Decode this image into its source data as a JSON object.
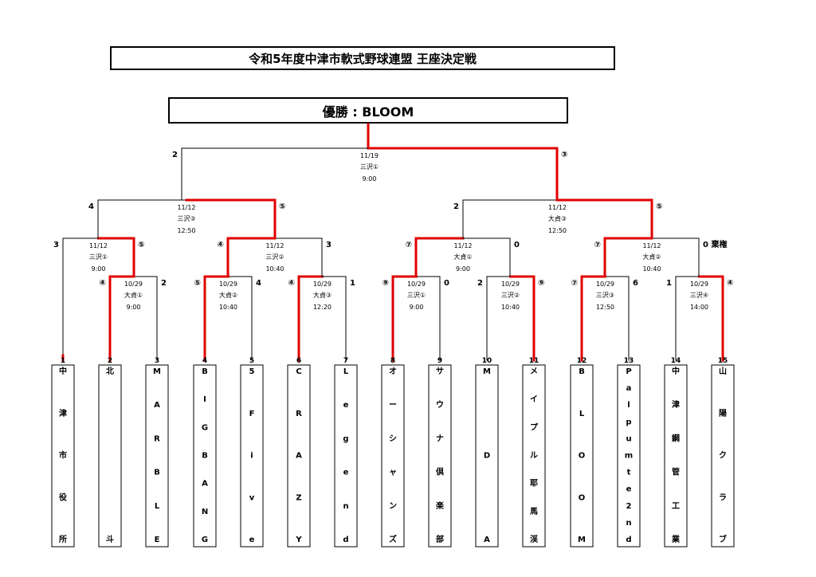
{
  "title": "令和5年度中津市軟式野球連盟 王座決定戦",
  "winner": "優勝 : BLOOM",
  "colors": {
    "win": "#e00000",
    "line": "#000000"
  },
  "teams": [
    {
      "n": "1",
      "chars": [
        "中",
        "津",
        "市",
        "役",
        "所"
      ]
    },
    {
      "n": "2",
      "chars": [
        "北",
        "斗"
      ]
    },
    {
      "n": "3",
      "chars": [
        "M",
        "A",
        "R",
        "B",
        "L",
        "E"
      ]
    },
    {
      "n": "4",
      "chars": [
        "B",
        "I",
        "G",
        "B",
        "A",
        "N",
        "G"
      ]
    },
    {
      "n": "5",
      "chars": [
        "5",
        "F",
        "i",
        "v",
        "e"
      ]
    },
    {
      "n": "6",
      "chars": [
        "C",
        "R",
        "A",
        "Z",
        "Y"
      ]
    },
    {
      "n": "7",
      "chars": [
        "L",
        "e",
        "g",
        "e",
        "n",
        "d"
      ]
    },
    {
      "n": "8",
      "chars": [
        "オ",
        "ー",
        "シ",
        "ャ",
        "ン",
        "ズ"
      ]
    },
    {
      "n": "9",
      "chars": [
        "サ",
        "ウ",
        "ナ",
        "倶",
        "楽",
        "部"
      ]
    },
    {
      "n": "10",
      "chars": [
        "M",
        "D",
        "A"
      ]
    },
    {
      "n": "11",
      "chars": [
        "メ",
        "イ",
        "プ",
        "ル",
        "耶",
        "馬",
        "渓"
      ]
    },
    {
      "n": "12",
      "chars": [
        "B",
        "L",
        "O",
        "O",
        "M"
      ]
    },
    {
      "n": "13",
      "chars": [
        "P",
        "a",
        "l",
        "p",
        "u",
        "m",
        "t",
        "e",
        "2",
        "n",
        "d"
      ]
    },
    {
      "n": "14",
      "chars": [
        "中",
        "津",
        "鋼",
        "管",
        "工",
        "業"
      ]
    },
    {
      "n": "15",
      "chars": [
        "山",
        "陽",
        "ク",
        "ラ",
        "ブ"
      ]
    }
  ],
  "games": [
    {
      "id": "r1a",
      "date": "10/29",
      "venue": "大貞①",
      "time": "9:00",
      "left": "④",
      "right": "2",
      "win": "L"
    },
    {
      "id": "r1b",
      "date": "10/29",
      "venue": "大貞②",
      "time": "10:40",
      "left": "⑤",
      "right": "4",
      "win": "L"
    },
    {
      "id": "r1c",
      "date": "10/29",
      "venue": "大貞③",
      "time": "12:20",
      "left": "④",
      "right": "1",
      "win": "L"
    },
    {
      "id": "r1d",
      "date": "10/29",
      "venue": "三沢①",
      "time": "9:00",
      "left": "⑨",
      "right": "0",
      "win": "L"
    },
    {
      "id": "r1e",
      "date": "10/29",
      "venue": "三沢②",
      "time": "10:40",
      "left": "2",
      "right": "⑨",
      "win": "R"
    },
    {
      "id": "r1f",
      "date": "10/29",
      "venue": "三沢③",
      "time": "12:50",
      "left": "⑦",
      "right": "6",
      "win": "L"
    },
    {
      "id": "r1g",
      "date": "10/29",
      "venue": "三沢④",
      "time": "14:00",
      "left": "1",
      "right": "④",
      "win": "R"
    },
    {
      "id": "r2a",
      "date": "11/12",
      "venue": "三沢①",
      "time": "9:00",
      "left": "3",
      "right": "⑤",
      "win": "R"
    },
    {
      "id": "r2b",
      "date": "11/12",
      "venue": "三沢②",
      "time": "10:40",
      "left": "④",
      "right": "3",
      "win": "L"
    },
    {
      "id": "r2c",
      "date": "11/12",
      "venue": "大貞①",
      "time": "9:00",
      "left": "⑦",
      "right": "0",
      "win": "L"
    },
    {
      "id": "r2d",
      "date": "11/12",
      "venue": "大貞②",
      "time": "10:40",
      "left": "⑦",
      "right": "0 棄権",
      "win": "L"
    },
    {
      "id": "r3a",
      "date": "11/12",
      "venue": "三沢③",
      "time": "12:50",
      "left": "4",
      "right": "⑤",
      "win": "R"
    },
    {
      "id": "r3b",
      "date": "11/12",
      "venue": "大貞③",
      "time": "12:50",
      "left": "2",
      "right": "⑤",
      "win": "R"
    },
    {
      "id": "final",
      "date": "11/19",
      "venue": "三沢①",
      "time": "9:00",
      "left": "2",
      "right": "③",
      "win": "R"
    }
  ]
}
